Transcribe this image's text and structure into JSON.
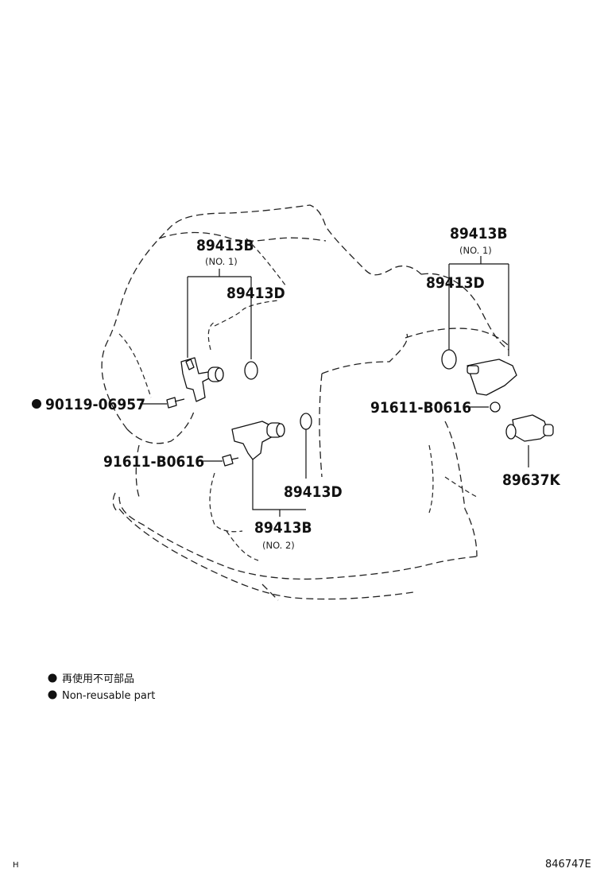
{
  "parts": {
    "p1_number": "89413B",
    "p1_sub": "(NO. 1)",
    "p2_number": "89413D",
    "p3_number": "89413B",
    "p3_sub": "(NO. 1)",
    "p4_number": "89413D",
    "p5_number": "90119-06957",
    "p6_number": "91611-B0616",
    "p7_number": "91611-B0616",
    "p8_number": "89413D",
    "p9_number": "89413B",
    "p9_sub": "(NO. 2)",
    "p10_number": "89637K"
  },
  "legend": {
    "line1": "再使用不可部品",
    "line2": "Non-reusable part"
  },
  "footer": {
    "left_mark": "H",
    "diagram_id": "846747E"
  }
}
